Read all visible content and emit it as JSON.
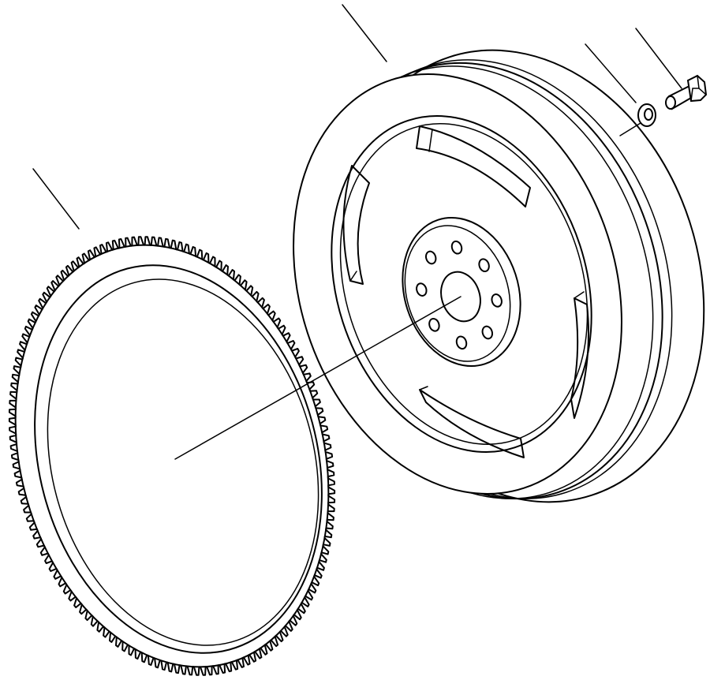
{
  "diagram": {
    "parts": [
      {
        "id": "ring-gear",
        "kind": "ring-gear",
        "callout": true
      },
      {
        "id": "flywheel",
        "kind": "flywheel",
        "callout": true
      },
      {
        "id": "washer",
        "kind": "washer",
        "callout": true
      },
      {
        "id": "bolt",
        "kind": "bolt",
        "callout": true
      }
    ],
    "ring_gear_teeth": 150,
    "hub_bolt_holes": 8,
    "flywheel_pockets": 4,
    "line_color": "#000000",
    "background_color": "#ffffff"
  }
}
